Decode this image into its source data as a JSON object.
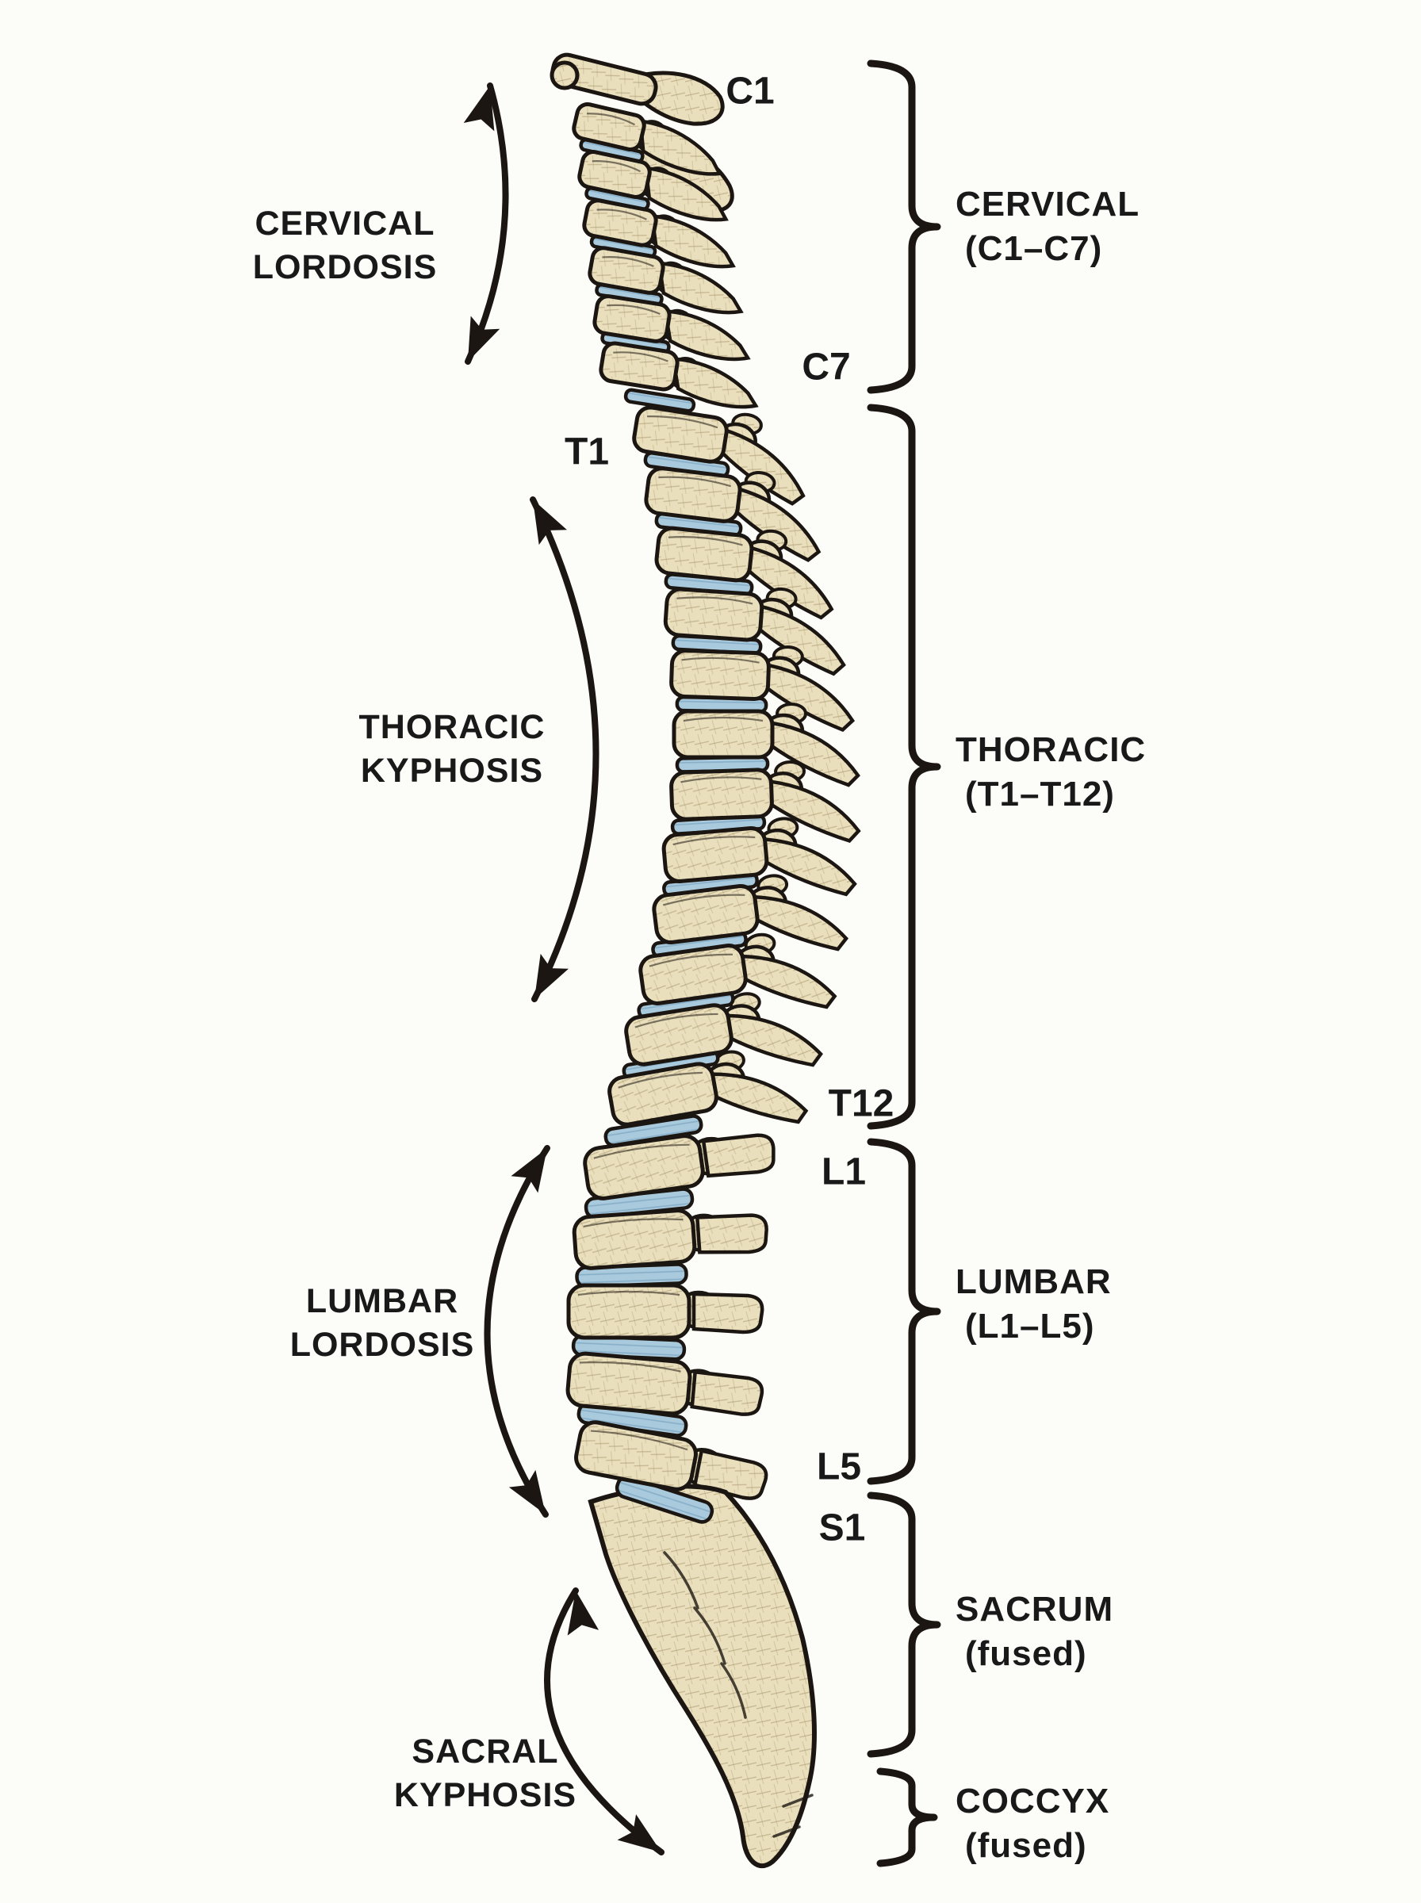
{
  "colors": {
    "background": "#fcfcf8",
    "outline": "#1b1611",
    "bone": "#eadfbc",
    "bone_hatch": "#9b8a5f",
    "disc": "#a9c9dd",
    "disc_stripe": "#6f9cba",
    "text": "#191919"
  },
  "curve_labels": {
    "cervical_lordosis": {
      "line1": "CERVICAL",
      "line2": "LORDOSIS"
    },
    "thoracic_kyphosis": {
      "line1": "THORACIC",
      "line2": "KYPHOSIS"
    },
    "lumbar_lordosis": {
      "line1": "LUMBAR",
      "line2": "LORDOSIS"
    },
    "sacral_kyphosis": {
      "line1": "SACRAL",
      "line2": "KYPHOSIS"
    }
  },
  "region_labels": {
    "cervical": {
      "line1": "CERVICAL",
      "line2": "(C1–C7)"
    },
    "thoracic": {
      "line1": "THORACIC",
      "line2": "(T1–T12)"
    },
    "lumbar": {
      "line1": "LUMBAR",
      "line2": "(L1–L5)"
    },
    "sacrum": {
      "line1": "SACRUM",
      "line2": "(fused)"
    },
    "coccyx": {
      "line1": "COCCYX",
      "line2": "(fused)"
    }
  },
  "vertebra_labels": {
    "c1": "C1",
    "c7": "C7",
    "t1": "T1",
    "t12": "T12",
    "l1": "L1",
    "l5": "L5",
    "s1": "S1"
  }
}
